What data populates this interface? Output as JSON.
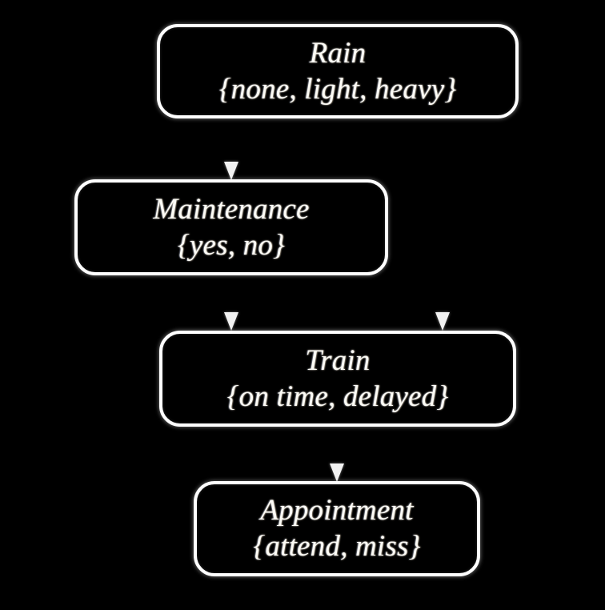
{
  "diagram": {
    "type": "bayesian-network-dag",
    "background_color": "#000000",
    "node_border_color": "#ffffff",
    "text_color": "#fdfcf6",
    "edge_color": "#f2f2f2",
    "nodes": [
      {
        "id": "rain",
        "title": "Rain",
        "states": "{none, light, heavy}",
        "state_list": [
          "none",
          "light",
          "heavy"
        ]
      },
      {
        "id": "maintenance",
        "title": "Maintenance",
        "states": "{yes, no}",
        "state_list": [
          "yes",
          "no"
        ]
      },
      {
        "id": "train",
        "title": "Train",
        "states": "{on time, delayed}",
        "state_list": [
          "on time",
          "delayed"
        ]
      },
      {
        "id": "appointment",
        "title": "Appointment",
        "states": "{attend, miss}",
        "state_list": [
          "attend",
          "miss"
        ]
      }
    ],
    "edges": [
      {
        "id": "rain-maintenance",
        "from": "Rain",
        "to": "Maintenance"
      },
      {
        "id": "rain-train",
        "from": "Rain",
        "to": "Train"
      },
      {
        "id": "maintenance-train",
        "from": "Maintenance",
        "to": "Train"
      },
      {
        "id": "train-appointment",
        "from": "Train",
        "to": "Appointment"
      }
    ]
  }
}
